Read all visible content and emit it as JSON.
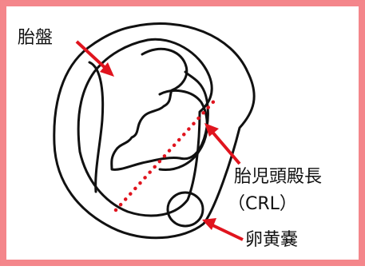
{
  "colors": {
    "border": "#f4868b",
    "outline": "#111111",
    "arrow": "#e0141e",
    "dotted_line": "#e0141e"
  },
  "labels": {
    "placenta": "胎盤",
    "crl": "胎児頭殿長",
    "crl_abbr": "（CRL）",
    "yolk_sac": "卵黄嚢"
  }
}
